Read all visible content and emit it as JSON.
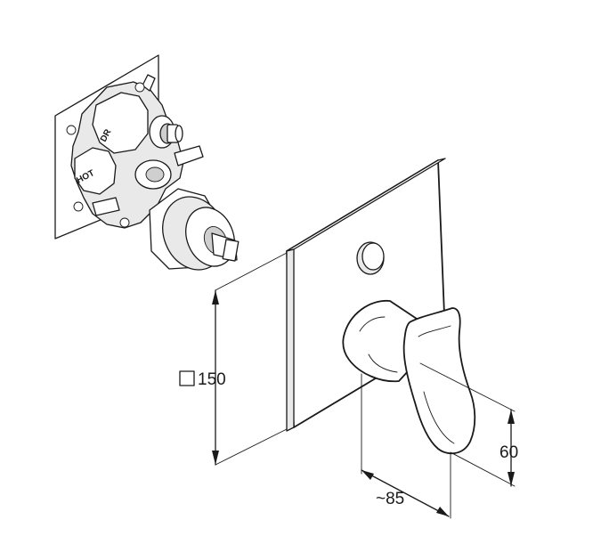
{
  "dimensions": {
    "plate_size": {
      "symbol": "□",
      "value": "150"
    },
    "projection": "~85",
    "handle_height": "60"
  },
  "valve_stamps": {
    "top": "DR",
    "side": "HOT"
  }
}
